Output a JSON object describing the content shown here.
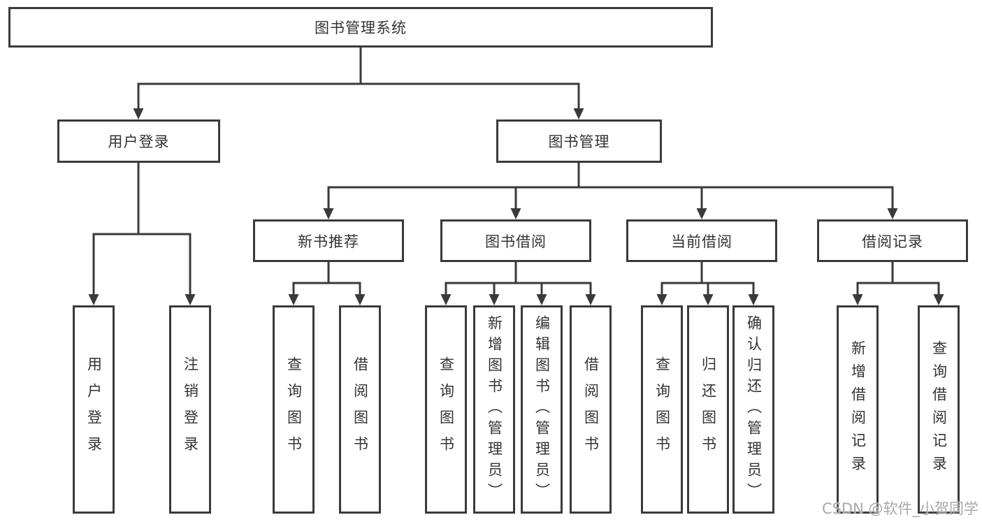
{
  "tree": {
    "root": {
      "label": "图书管理系统"
    },
    "children": [
      {
        "label": "用户登录",
        "children": [
          {
            "label": "用户登录"
          },
          {
            "label": "注销登录"
          }
        ]
      },
      {
        "label": "图书管理",
        "children": [
          {
            "label": "新书推荐",
            "children": [
              {
                "label": "查询图书"
              },
              {
                "label": "借阅图书"
              }
            ]
          },
          {
            "label": "图书借阅",
            "children": [
              {
                "label": "查询图书"
              },
              {
                "label": "新增图书（管理员）"
              },
              {
                "label": "编辑图书（管理员）"
              },
              {
                "label": "借阅图书"
              }
            ]
          },
          {
            "label": "当前借阅",
            "children": [
              {
                "label": "查询图书"
              },
              {
                "label": "归还图书"
              },
              {
                "label": "确认归还（管理员）"
              }
            ]
          },
          {
            "label": "借阅记录",
            "children": [
              {
                "label": "新增借阅记录"
              },
              {
                "label": "查询借阅记录"
              }
            ]
          }
        ]
      }
    ]
  },
  "watermark": {
    "text": "CSDN @软件_小贺同学"
  },
  "colors": {
    "line": "#3a3a3a",
    "box_border": "#3a3a3a",
    "text": "#333333",
    "watermark": "#a8a8a8",
    "background": "#ffffff"
  }
}
